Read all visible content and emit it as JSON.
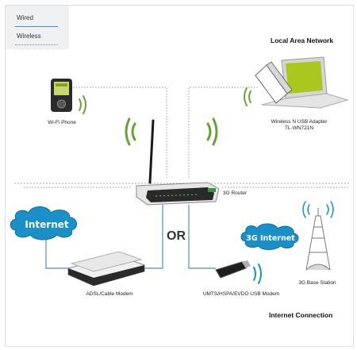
{
  "legend": {
    "wired": "Wired",
    "wireless": "Wireless",
    "colors": {
      "wired": "#4a90c0",
      "wireless": "#6aa03a"
    }
  },
  "sections": {
    "lan": "Local Area Network",
    "internet_connection": "Internet Connection"
  },
  "devices": {
    "wifi_phone": "Wi-Fi Phone",
    "adapter_line1": "Wireless N USB Adapter",
    "adapter_line2": "TL-WN721N",
    "router": "3G Router",
    "modem": "ADSL/Cable Modem",
    "usb_modem": "UMTS/HSPA/EVDO USB Modem",
    "base_station": "3G Base Station"
  },
  "clouds": {
    "internet": "Internet",
    "internet_3g": "3G Internet"
  },
  "or_label": "OR",
  "icons": [
    "wifi-phone-icon",
    "laptop-icon",
    "usb-adapter-icon",
    "router-icon",
    "modem-icon",
    "usb-modem-icon",
    "cell-tower-icon",
    "wireless-signal-icon",
    "cloud-icon"
  ]
}
